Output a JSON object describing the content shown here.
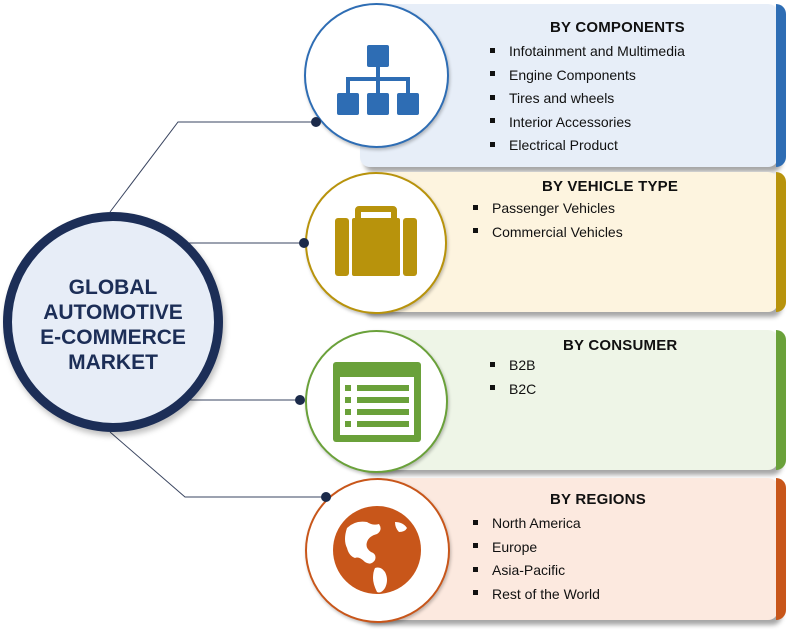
{
  "hub": {
    "title": "GLOBAL\nAUTOMOTIVE\nE-COMMERCE\nMARKET"
  },
  "segments": [
    {
      "title": "BY COMPONENTS",
      "icon": "hierarchy-icon",
      "color": "#2e6db4",
      "panel_bg": "#e7eef8",
      "items": [
        "Infotainment and Multimedia",
        "Engine Components",
        "Tires and wheels",
        "Interior Accessories",
        "Electrical Product"
      ]
    },
    {
      "title": "BY VEHICLE TYPE",
      "icon": "briefcase-icon",
      "color": "#b8930c",
      "panel_bg": "#fdf4df",
      "items": [
        "Passenger Vehicles",
        "Commercial Vehicles"
      ]
    },
    {
      "title": "BY CONSUMER",
      "icon": "list-window-icon",
      "color": "#6aa13a",
      "panel_bg": "#eef5e7",
      "items": [
        "B2B",
        "B2C"
      ]
    },
    {
      "title": "BY REGIONS",
      "icon": "globe-icon",
      "color": "#c8561a",
      "panel_bg": "#fce9df",
      "items": [
        "North America",
        "Europe",
        "Asia-Pacific",
        "Rest of the World"
      ]
    }
  ]
}
